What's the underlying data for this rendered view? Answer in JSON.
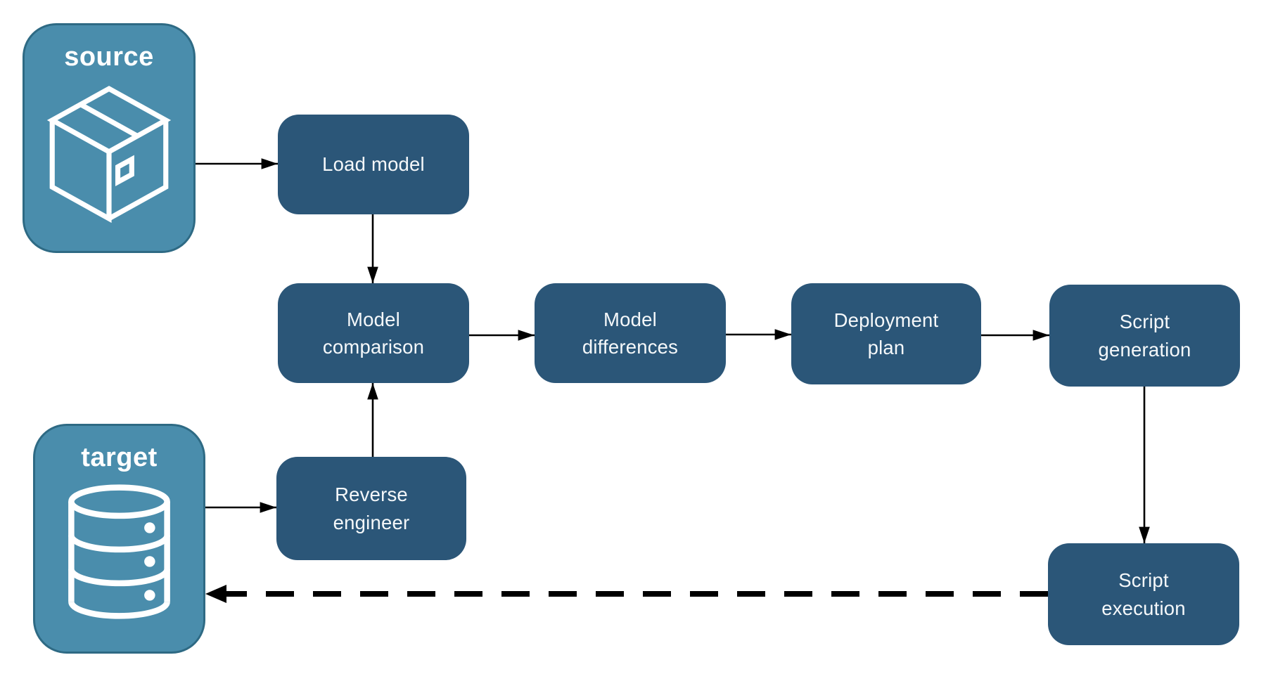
{
  "diagram": {
    "colors": {
      "background": "#ffffff",
      "node_fill": "#2B5678",
      "endpoint_fill": "#4A8DAC",
      "endpoint_border": "#2E6A84",
      "label_text": "#F5F8FA",
      "arrow": "#000000"
    },
    "endpoints": {
      "source": {
        "label": "source",
        "icon": "package-icon"
      },
      "target": {
        "label": "target",
        "icon": "database-icon"
      }
    },
    "nodes": {
      "load_model": {
        "lines": [
          "Load model"
        ]
      },
      "model_comparison": {
        "lines": [
          "Model",
          "comparison"
        ]
      },
      "model_differences": {
        "lines": [
          "Model",
          "differences"
        ]
      },
      "deployment_plan": {
        "lines": [
          "Deployment",
          "plan"
        ]
      },
      "script_generation": {
        "lines": [
          "Script",
          "generation"
        ]
      },
      "reverse_engineer": {
        "lines": [
          "Reverse",
          "engineer"
        ]
      },
      "script_execution": {
        "lines": [
          "Script",
          "execution"
        ]
      }
    },
    "edges": [
      {
        "from": "source",
        "to": "load_model",
        "style": "solid"
      },
      {
        "from": "load_model",
        "to": "model_comparison",
        "style": "solid"
      },
      {
        "from": "model_comparison",
        "to": "model_differences",
        "style": "solid"
      },
      {
        "from": "model_differences",
        "to": "deployment_plan",
        "style": "solid"
      },
      {
        "from": "deployment_plan",
        "to": "script_generation",
        "style": "solid"
      },
      {
        "from": "script_generation",
        "to": "script_execution",
        "style": "solid"
      },
      {
        "from": "target",
        "to": "reverse_engineer",
        "style": "solid"
      },
      {
        "from": "reverse_engineer",
        "to": "model_comparison",
        "style": "solid"
      },
      {
        "from": "script_execution",
        "to": "target",
        "style": "dashed"
      }
    ]
  }
}
